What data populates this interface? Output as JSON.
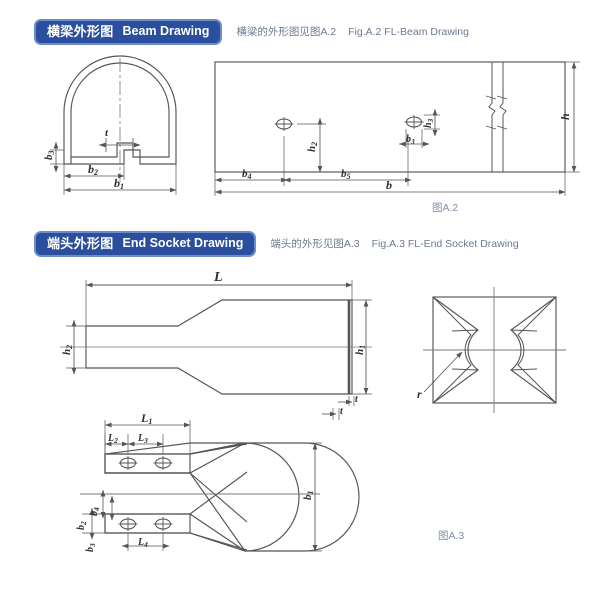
{
  "document": {
    "background_color": "#ffffff",
    "line_color": "#555555",
    "badge_color": "#2b4f9e",
    "badge_border_color": "#6d8dcb",
    "note_color": "#6b7a90"
  },
  "sections": [
    {
      "id": "beam",
      "badge_cn": "横梁外形图",
      "badge_en": "Beam Drawing",
      "note_cn": "横梁的外形图见图A.2",
      "note_en": "Fig.A.2 FL-Beam Drawing",
      "caption": "图A.2"
    },
    {
      "id": "end-socket",
      "badge_cn": "端头外形图",
      "badge_en": "End Socket Drawing",
      "note_cn": "端头的外形见图A.3",
      "note_en": "Fig.A.3 FL-End Socket Drawing",
      "caption": "图A.3"
    }
  ],
  "labels": {
    "beam_section": {
      "t": "t",
      "b3": "b",
      "b3_sub": "3",
      "b2": "b",
      "b2_sub": "2",
      "b1": "b",
      "b1_sub": "1"
    },
    "beam_elevation": {
      "h": "h",
      "h2": "h",
      "h2_sub": "2",
      "h3": "h",
      "h3_sub": "3",
      "b3": "b",
      "b3_sub": "3",
      "b4": "b",
      "b4_sub": "4",
      "b5": "b",
      "b5_sub": "5",
      "b": "b"
    },
    "socket_side": {
      "L": "L",
      "h1": "h",
      "h1_sub": "1",
      "h2": "h",
      "h2_sub": "2",
      "t": "t"
    },
    "socket_end": {
      "r": "r"
    },
    "socket_plan": {
      "L1": "L",
      "L1_sub": "1",
      "L2": "L",
      "L2_sub": "2",
      "L3": "L",
      "L3_sub": "3",
      "L4": "L",
      "L4_sub": "4",
      "b1": "b",
      "b1_sub": "1",
      "b2": "b",
      "b2_sub": "2",
      "b3": "b",
      "b3_sub": "3",
      "b4": "b",
      "b4_sub": "4",
      "t": "t"
    }
  }
}
